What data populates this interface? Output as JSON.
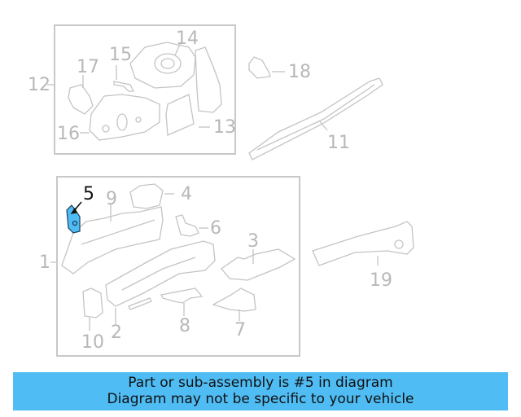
{
  "diagram": {
    "highlighted_part": "5",
    "highlight_color": "#4fbcf4",
    "group_boxes": [
      {
        "name": "upper-group",
        "label": "12"
      },
      {
        "name": "lower-group",
        "label": "1"
      }
    ],
    "callouts": {
      "c1": "1",
      "c2": "2",
      "c3": "3",
      "c4": "4",
      "c5": "5",
      "c6": "6",
      "c7": "7",
      "c8": "8",
      "c9": "9",
      "c10": "10",
      "c11": "11",
      "c12": "12",
      "c13": "13",
      "c14": "14",
      "c15": "15",
      "c16": "16",
      "c17": "17",
      "c18": "18",
      "c19": "19"
    }
  },
  "banner": {
    "line1": "Part or sub-assembly is #5 in diagram",
    "line2": "Diagram may not be specific to your vehicle",
    "background": "#4fbcf4"
  }
}
